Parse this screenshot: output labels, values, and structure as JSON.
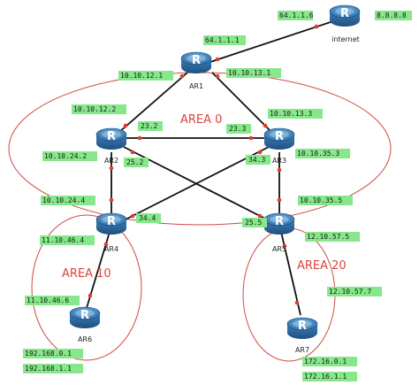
{
  "diagram": {
    "areas": {
      "area0": "AREA 0",
      "area10": "AREA 10",
      "area20": "AREA 20"
    },
    "routers": {
      "internet": {
        "name": "internet",
        "icon": "router-icon"
      },
      "ar1": {
        "name": "AR1",
        "icon": "router-icon"
      },
      "ar2": {
        "name": "AR2",
        "icon": "router-icon"
      },
      "ar3": {
        "name": "AR3",
        "icon": "router-icon"
      },
      "ar4": {
        "name": "AR4",
        "icon": "router-icon"
      },
      "ar5": {
        "name": "AR5",
        "icon": "router-icon"
      },
      "ar6": {
        "name": "AR6",
        "icon": "router-icon"
      },
      "ar7": {
        "name": "AR7",
        "icon": "router-icon"
      }
    },
    "labels": {
      "inet_ext": "8.8.8.8",
      "inet_link": "64.1.1.6",
      "ar1_inet": "64.1.1.1",
      "ar1_left": "10.10.12.1",
      "ar1_right": "10.10.13.1",
      "ar2_top": "10.10.12.2",
      "ar2_left": "10.10.24.2",
      "ar2_ar3": "23.2",
      "ar2_ar5": "25.2",
      "ar3_top": "10.10.13.3",
      "ar3_right": "10.10.35.3",
      "ar3_ar2": "23.3",
      "ar3_ar4": "34.3",
      "ar4_top": "10.10.24.4",
      "ar4_bottom": "11.10.46.4",
      "ar4_ar3": "34.4",
      "ar5_top": "10.10.35.5",
      "ar5_ar2": "25.5",
      "ar5_bottom": "12.10.57.5",
      "ar6_top": "11.10.46.6",
      "ar6_lo1": "192.168.0.1",
      "ar6_lo2": "192.168.1.1",
      "ar7_top": "12.10.57.7",
      "ar7_lo1": "172.16.0.1",
      "ar7_lo2": "172.16.1.1"
    },
    "colors": {
      "label_bg": "#86e88a",
      "area_ring": "#d04a44",
      "area_text": "#d9443f",
      "link": "#111111",
      "endpoint_dot": "#e03a2e",
      "router_blue": "#2f6fa8"
    }
  }
}
